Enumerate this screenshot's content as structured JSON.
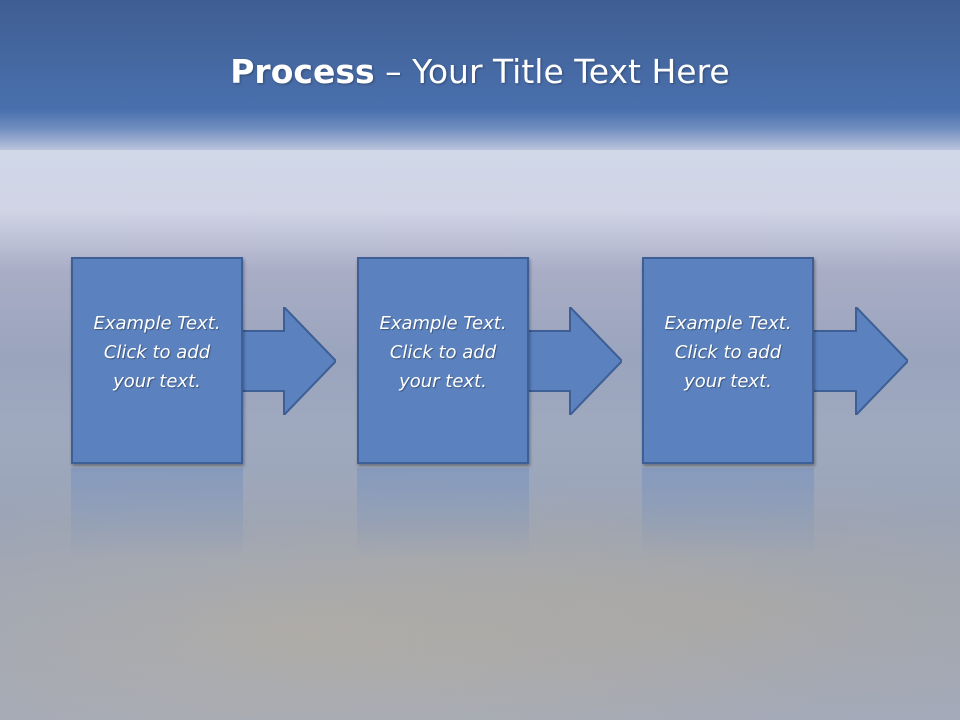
{
  "title": {
    "bold": "Process",
    "rest": " – Your Title Text Here"
  },
  "steps": [
    {
      "lines": [
        "Example Text.",
        "Click  to add",
        "your text."
      ]
    },
    {
      "lines": [
        "Example Text.",
        "Click  to add",
        "your text."
      ]
    },
    {
      "lines": [
        "Example Text.",
        "Click  to add",
        "your text."
      ]
    }
  ],
  "colors": {
    "box_fill": "#5b82bf",
    "box_border": "#3d5f95",
    "title_bar": "#4a70ad"
  },
  "icons": [
    "arrow-right-icon"
  ]
}
